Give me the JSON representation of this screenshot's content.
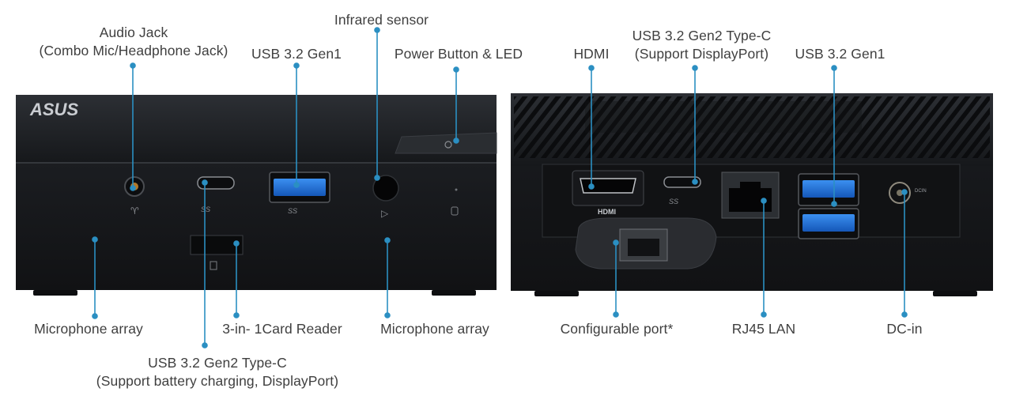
{
  "labels": {
    "audio_jack": {
      "line1": "Audio Jack",
      "line2": "(Combo Mic/Headphone Jack)"
    },
    "usb_front": "USB 3.2 Gen1",
    "infrared": "Infrared sensor",
    "power": "Power Button & LED",
    "mic_left": "Microphone array",
    "card_reader": "3-in- 1Card Reader",
    "mic_right": "Microphone array",
    "usbc_front": {
      "line1": "USB 3.2 Gen2 Type-C",
      "line2": "(Support battery charging, DisplayPort)"
    },
    "hdmi": "HDMI",
    "usbc_back": {
      "line1": "USB 3.2 Gen2 Type-C",
      "line2": "(Support DisplayPort)"
    },
    "usb_back": "USB 3.2 Gen1",
    "configurable": "Configurable port*",
    "rj45": "RJ45 LAN",
    "dcin": "DC-in"
  },
  "device": {
    "brand": "ASUS",
    "hdmi_mark": "HDMI",
    "dcin_mark": "DCIN",
    "usb_ss_mark": "SS",
    "usbc_mark": "SS"
  },
  "colors": {
    "callout": "#2b8fc2",
    "chassis": "#1c1e22",
    "usb_port": "#1f6fd1",
    "label_text": "#3f3f3f"
  }
}
